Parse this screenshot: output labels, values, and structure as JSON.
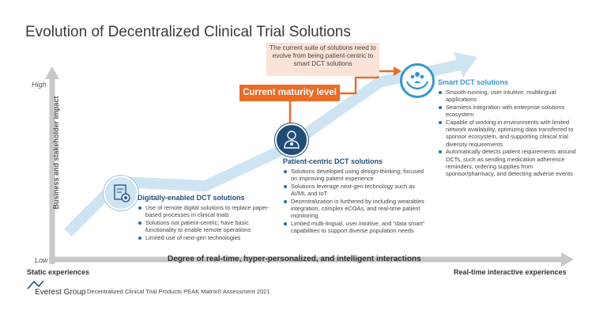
{
  "title": "Evolution of Decentralized Clinical Trial Solutions",
  "axes": {
    "y_high": "High",
    "y_low": "Low",
    "y_label": "Business and stakeholder impact",
    "x_label": "Degree of real-time, hyper-personalized, and intelligent interactions",
    "x_start": "Static experiences",
    "x_end": "Real-time interactive experiences"
  },
  "callout": {
    "text": "The current suite of solutions need to evolve from being patient-centric to smart DCT solutions"
  },
  "maturity_label": "Current maturity level",
  "stages": [
    {
      "title": "Digitally-enabled DCT solutions",
      "icon": "gear-document-icon",
      "bullets": [
        "Use of remote digital solutions to replace paper-based processes in clinical trials",
        "Solutions not patient-centric; have basic functionality to enable remote operations",
        "Limited use of next-gen technologies"
      ]
    },
    {
      "title": "Patient-centric DCT solutions",
      "icon": "patient-badge-icon",
      "bullets": [
        "Solutions developed using design-thinking; focused on improving patient experience",
        "Solutions leverage next-gen technology such as AI/ML and IoT",
        "Decentralization is furthered by including wearables integration, complex eCOAs, and real-time patient monitoring",
        "Limited multi-lingual, user intuitive, and \"data smart\" capabilities to support diverse population needs"
      ]
    },
    {
      "title": "Smart DCT solutions",
      "icon": "hands-people-icon",
      "bullets": [
        "Smooth-running, user intuitive, multilingual applications",
        "Seamless integration with enterprise solutions ecosystem",
        "Capable of working in environments with limited network availability, optimizing data transferred to sponsor ecosystem, and supporting clinical trial diversity requirements",
        "Automatically detects patient requirements around DCTs, such as sending medication adherence reminders, ordering supplies from sponsor/pharmacy, and detecting adverse events"
      ]
    }
  ],
  "footer": {
    "brand": "Everest Group",
    "source": "Decentralized Clinical Trial Products PEAK Matrix® Assessment 2021"
  },
  "colors": {
    "band": "#cfe4f3",
    "axis": "#c8c8c8",
    "orange": "#ec6b27",
    "callout_bg": "#fbe3d8",
    "stage1": "#cfe4f3",
    "stage2": "#1f4e79",
    "stage3": "#2f97d3"
  }
}
